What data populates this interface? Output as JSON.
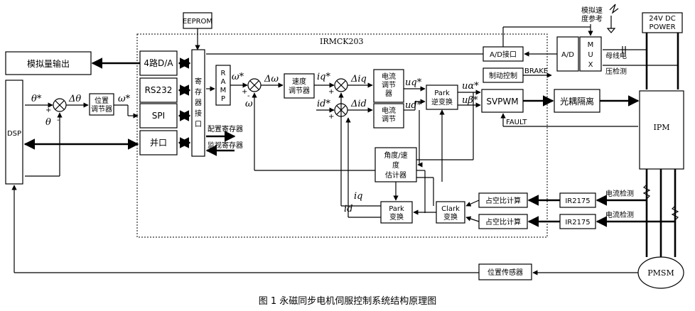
{
  "caption": "图 1    永磁同步电机伺服控制系统结构原理图",
  "chip": "IRMCK203",
  "blocks": {
    "eeprom": "EEPROM",
    "analog_out": "模拟量输出",
    "dsp": "DSP",
    "da4": "4路D/A",
    "rs232": "RS232",
    "spi": "SPI",
    "parallel": "并口",
    "register": [
      "寄",
      "存",
      "器",
      "接",
      "口"
    ],
    "ramp": [
      "R",
      "A",
      "M",
      "P"
    ],
    "pos_reg": [
      "位置",
      "调节器"
    ],
    "speed_reg": [
      "速度",
      "调节器"
    ],
    "cur_reg": [
      "电流",
      "调节",
      "器"
    ],
    "park_inv": [
      "Park",
      "逆变换"
    ],
    "svpwm": "SVPWM",
    "ad_if": "A/D接口",
    "brake_ctrl": "制动控制",
    "ad": "A/D",
    "mux": [
      "M",
      "U",
      "X"
    ],
    "opto": "光耦隔离",
    "ipm": "IPM",
    "power": [
      "24V DC",
      "POWER"
    ],
    "angle_est": [
      "角度/速",
      "度",
      "估计器"
    ],
    "park": [
      "Park",
      "变换"
    ],
    "clark": [
      "Clark",
      "变换"
    ],
    "duty": "占空比计算",
    "ir2175": "IR2175",
    "pos_sensor": "位置传感器",
    "pmsm": "PMSM"
  },
  "labels": {
    "cfg_reg": "配置寄存器",
    "mon_reg": "监视寄存器",
    "brake": "BRAKE",
    "fault": "FAULT",
    "bus_v": [
      "母线电",
      "压检测"
    ],
    "analog_ref": [
      "模拟速",
      "度参考"
    ],
    "cur_det": "电流检测",
    "theta_ref": "θ*",
    "theta": "θ",
    "d_theta": "Δθ",
    "omega_ref": "ω*",
    "omega_ref2": "ω*",
    "omega": "ω",
    "d_omega": "Δω",
    "iq_ref": "iq*",
    "id_ref": "id*",
    "d_iq": "Δiq",
    "d_id": "Δid",
    "uq_ref": "uq*",
    "ud_ref": "ud*",
    "ua_ref": "uα*",
    "ub_ref": "uβ*",
    "iq": "iq",
    "id": "id"
  }
}
